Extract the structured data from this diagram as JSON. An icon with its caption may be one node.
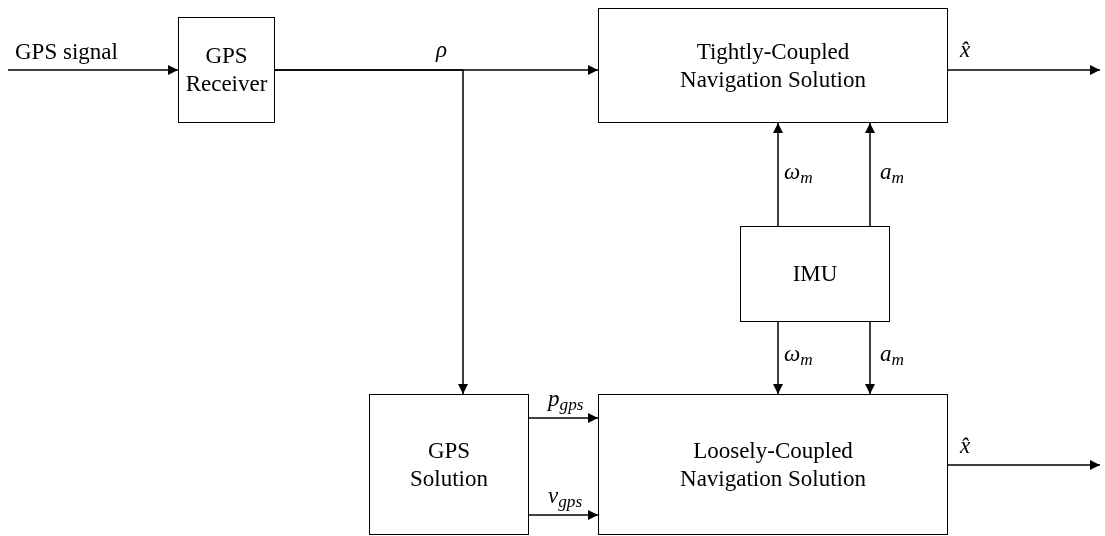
{
  "diagram": {
    "nodes": [
      {
        "text": [
          "GPS Receiver"
        ]
      },
      {
        "text": [
          "Tightly-Coupled Navigation Solution"
        ]
      },
      {
        "text": [
          "IMU"
        ]
      },
      {
        "text": [
          "GPS Solution"
        ]
      },
      {
        "text": [
          "Loosely-Coupled Navigation Solution"
        ]
      }
    ],
    "edges": [
      {
        "from": null,
        "to": 0,
        "arrow": "to",
        "label": "GPS signal"
      },
      {
        "from": 0,
        "to": 1,
        "arrow": "to",
        "label": "ρ"
      },
      {
        "from": 0,
        "to": 3,
        "arrow": "to"
      },
      {
        "from": 2,
        "to": 1,
        "arrow": "to",
        "label": "ω$_{m}$"
      },
      {
        "from": 2,
        "to": 1,
        "arrow": "to",
        "label": "a$_{m}$"
      },
      {
        "from": 2,
        "to": 4,
        "arrow": "to",
        "label": "ω$_{m}$"
      },
      {
        "from": 2,
        "to": 4,
        "arrow": "to",
        "label": "a$_{m}$"
      },
      {
        "from": 3,
        "to": 4,
        "arrow": "to",
        "label": "p$_{gps}$"
      },
      {
        "from": 3,
        "to": 4,
        "arrow": "to",
        "label": "v$_{gps}$"
      },
      {
        "from": 1,
        "to": null,
        "arrow": "to",
        "label": "x̂"
      },
      {
        "from": 4,
        "to": null,
        "arrow": "to",
        "label": "x̂"
      }
    ]
  }
}
